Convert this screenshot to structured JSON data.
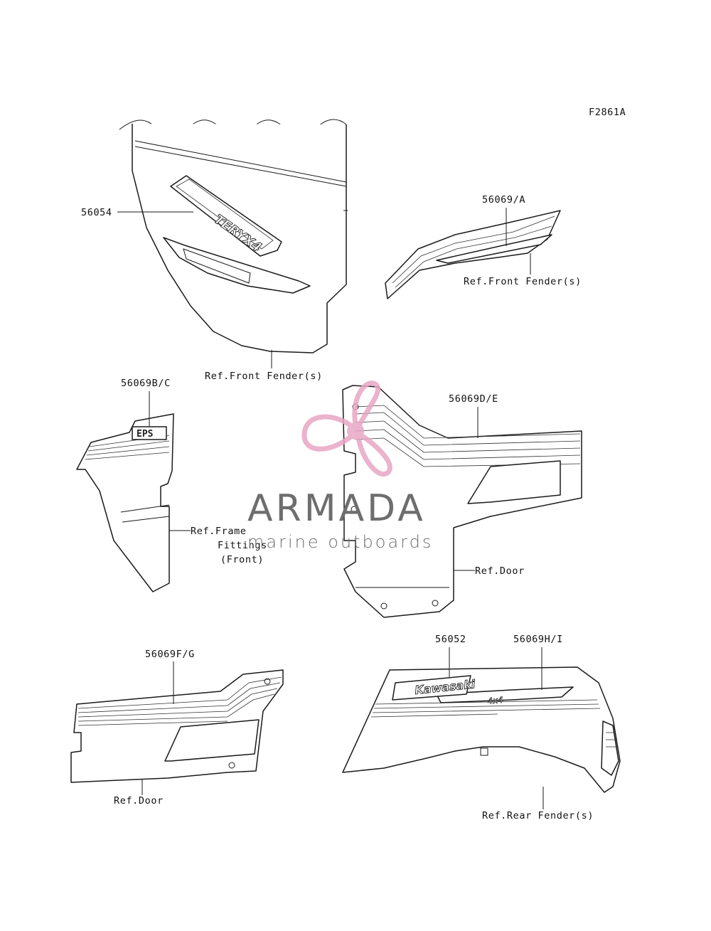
{
  "figure_code": "F2861A",
  "labels": {
    "p56054": "56054",
    "p56069a": "56069/A",
    "ref_front_fender_top": "Ref.Front Fender(s)",
    "ref_front_fender_bottom": "Ref.Front Fender(s)",
    "p56069bc": "56069B/C",
    "ref_frame_1": "Ref.Frame",
    "ref_frame_2": "Fittings",
    "ref_frame_3": "(Front)",
    "p56069de": "56069D/E",
    "ref_door_right": "Ref.Door",
    "p56069fg": "56069F/G",
    "ref_door_left": "Ref.Door",
    "p56052": "56052",
    "p56069hi": "56069H/I",
    "ref_rear_fender": "Ref.Rear Fender(s)"
  },
  "decals": {
    "teryx": "TERYX4",
    "eps": "EPS",
    "kawasaki": "Kawasaki",
    "badge_4x4": "4x4"
  },
  "watermark": {
    "brand": "ARMADA",
    "tagline": "marine outboards",
    "accent_color": "#e8a6c4",
    "text_color": "#6e6e6e"
  }
}
